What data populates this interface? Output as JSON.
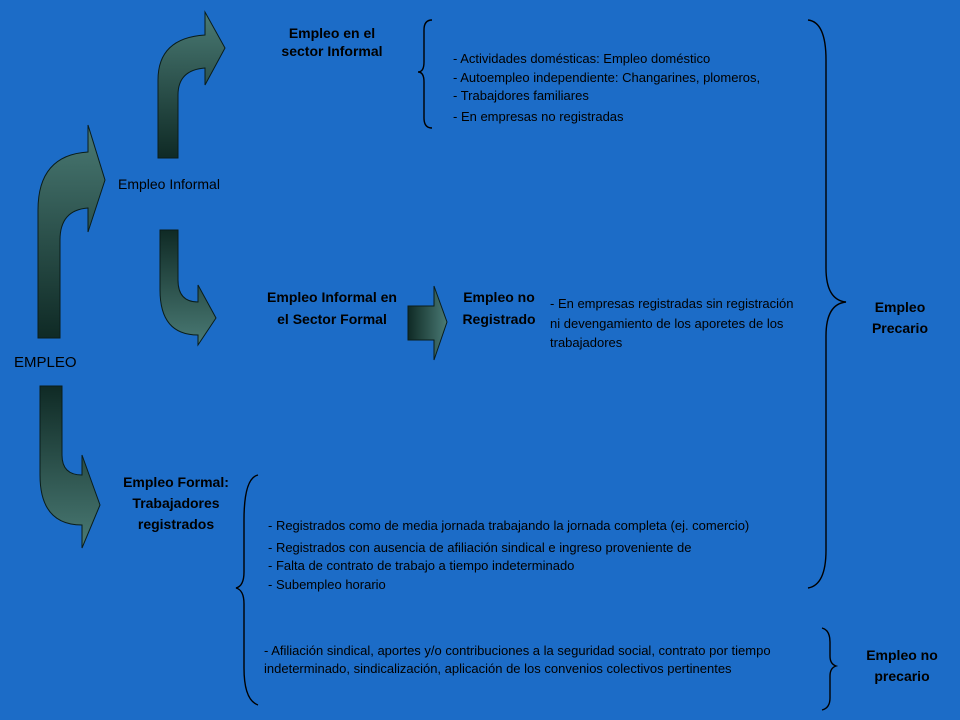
{
  "nodes": {
    "root": "EMPLEO",
    "informal": "Empleo Informal",
    "sector_informal": "Empleo en el sector Informal",
    "informal_formal": "Empleo Informal en el Sector Formal",
    "no_registrado": "Empleo no Registrado",
    "formal": "Empleo Formal: Trabajadores registrados",
    "precario": "Empleo Precario",
    "no_precario": "Empleo no precario"
  },
  "sector_informal_items": [
    "- Actividades domésticas: Empleo doméstico",
    "- Autoempleo independiente: Changarines, plomeros,",
    "- Trabajdores familiares",
    "- En empresas no registradas"
  ],
  "no_registrado_text": "- En empresas registradas sin registración ni devengamiento de los aporetes de los trabajadores",
  "formal_precario_items": [
    "- Registrados como de media jornada trabajando la jornada completa (ej. comercio)",
    "- Registrados con ausencia de afiliación sindical e ingreso proveniente de",
    "- Falta de contrato de trabajo a tiempo indeterminado",
    "- Subempleo horario"
  ],
  "formal_no_precario_text": "- Afiliación sindical, aportes y/o contribuciones a la seguridad social, contrato por tiempo indeterminado, sindicalización, aplicación de los convenios colectivos pertinentes",
  "colors": {
    "background": "#1c6cc7",
    "arrow_dark": "#0f2a25",
    "arrow_light": "#3e6b66"
  }
}
